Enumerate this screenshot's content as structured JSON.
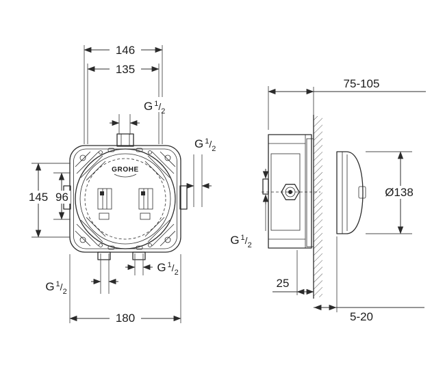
{
  "page": {
    "background": "#ffffff",
    "line_color": "#2b2b2b"
  },
  "drawing": {
    "brand": "GROHE",
    "front_view": {
      "width_top": "146",
      "width_mid": "135",
      "height": "145",
      "height_inner": "96",
      "width_bottom": "180"
    },
    "side_view": {
      "install_depth_range": "75-105",
      "escutcheon_diameter": "Ø138",
      "bottom_offset": "25",
      "finished_wall_range": "5-20"
    },
    "thread_label": {
      "g": "G",
      "numerator": "1",
      "slash": "/",
      "denominator": "2"
    }
  }
}
